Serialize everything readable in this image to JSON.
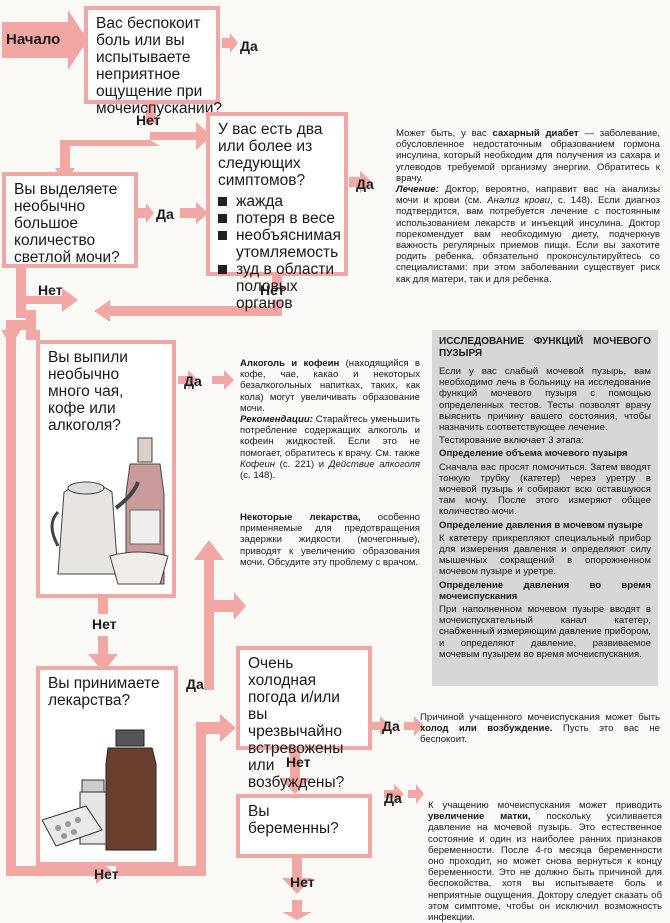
{
  "start_label": "Начало",
  "yes": "Да",
  "no": "Нет",
  "questions": {
    "q1": "Вас беспокоит боль или вы испытываете неприятное ощущение при мочеиспускании?",
    "q2_intro": "У вас есть два или более из следующих симптомов?",
    "q2_symptoms": [
      "жажда",
      "потеря в весе",
      "необъяснимая утомляемость",
      "зуд в области половых органов"
    ],
    "q3": "Вы выделяете необычно большое количество светлой мочи?",
    "q4": "Вы выпили необычно много чая, кофе или алкоголя?",
    "q5": "Вы принимаете лекарства?",
    "q6": "Очень холодная погода и/или вы чрезвычайно встревожены или возбуждены?",
    "q7": "Вы беременны?"
  },
  "answers": {
    "diabetes": {
      "lead": "Может быть, у вас ",
      "bold": "сахарный диабет",
      "rest": " — заболевание, обусловленное недостаточным образованием гормона инсулина, который необходим для получения из сахара и углеводов требуемой организму энергии. Обратитесь к врачу.",
      "label": "Лечение:",
      "treat": " Доктор, вероятно, направит вас на анализы мочи и крови (см. ",
      "ref": "Анализ крови",
      "treat2": ", с. 148). Если диагноз подтвердится, вам потребуется лечение с постоянным использованием лекарств и инъекций инсулина. Доктор порекомендует вам необходимую диету, подчеркнув важность регулярных приемов пищи. Если вы захотите родить ребенка, обязательно проконсультируйтесь со специалистами: при этом заболевании существует риск как для матери, так и для ребенка."
    },
    "alcohol": {
      "bold": "Алкоголь и кофеин",
      "rest": " (находящийся в кофе, чае, какао и некоторых безалкогольных напитках, таких, как кола) могут увеличивать образование мочи.",
      "label": "Рекомендации:",
      "rec": " Старайтесь уменьшить потребление содержащих алкоголь и кофеин жидкостей. Если это не помогает, обратитесь к врачу. См. также ",
      "ref1": "Кофеин",
      "mid": " (с. 221) и ",
      "ref2": "Действие алкоголя",
      "end": " (с. 148)."
    },
    "medicine": {
      "bold": "Некоторые лекарства,",
      "rest": " особенно применяемые для предотвращения задержки жидкости (мочегонные), приводят к увеличению образования мочи. Обсудите эту проблему с врачом."
    },
    "cold": {
      "lead": "Причиной учащенного мочеиспускания может быть ",
      "bold": "холод или возбуждение.",
      "rest": " Пусть это вас не беспокоит."
    },
    "pregnancy": {
      "lead": "К учащению мочеиспускания может приводить ",
      "bold": "увеличение матки,",
      "rest": " поскольку усиливается давление на мочевой пузырь. Это естественное состояние и один из наиболее ранних признаков беременности. После 4-го месяца беременности оно проходит, но может снова вернуться к концу беременности. Это не должно быть причиной для беспокойства, хотя вы испытываете боль и неприятные ощущения. Доктору следует сказать об этом симптоме, чтобы он исключил возможность инфекции."
    }
  },
  "panel": {
    "title": "ИССЛЕДОВАНИЕ ФУНКЦИЙ МОЧЕВОГО ПУЗЫРЯ",
    "intro": "Если у вас слабый мочевой пузырь, вам необходимо лечь в больницу на исследование функций мочевого пузыря с помощью определенных тестов. Тесты позволят врачу выяснить причину вашего состояния, чтобы назначить соответствующее лечение.",
    "stages": "Тестирование включает 3 этапа:",
    "s1_title": "Определение объема мочевого пузыря",
    "s1_text": "Сначала вас просят помочиться. Затем вводят тонкую трубку (катетер) через уретру в мочевой пузырь и собирают всю оставшуюся там мочу. После этого измеряют общее количество мочи.",
    "s2_title": "Определение давления в мочевом пузыре",
    "s2_text": "К катетеру прикрепляют специальный прибор для измерения давления и определяют силу мышечных сокращений в опорожненном мочевом пузыре и уретре.",
    "s3_title": "Определение давления во время мочеиспускания",
    "s3_text": "При наполненном мочевом пузыре вводят в мочеиспускательный канал катетер, снабженный измеряющим давление прибором, и определяют давление, развиваемое мочевым пузырем во время мочеиспускания."
  },
  "colors": {
    "arrow": "#f2a7a4",
    "panel": "#d6d6d6",
    "box_border": "#f2a7a4"
  }
}
